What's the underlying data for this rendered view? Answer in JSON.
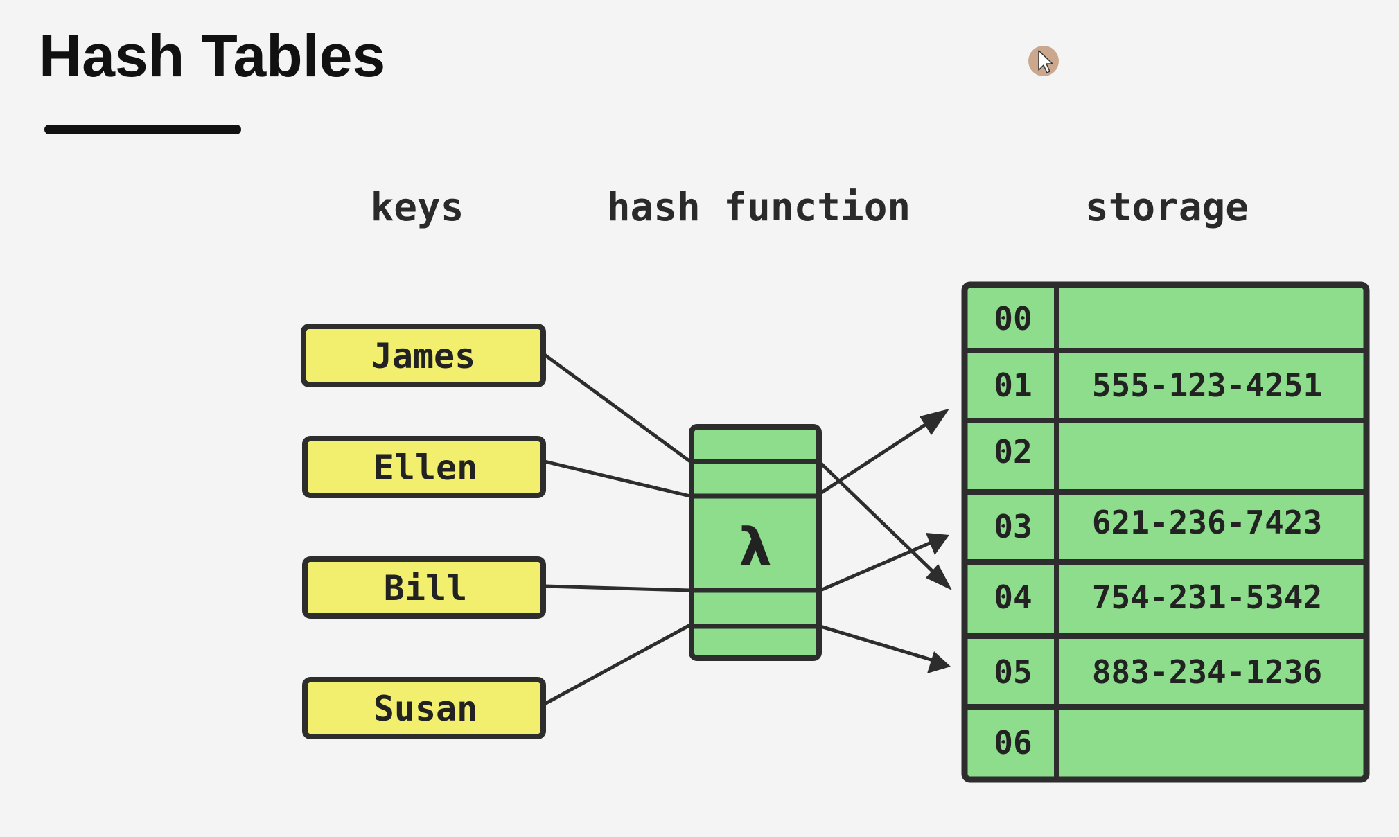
{
  "slide": {
    "title": "Hash Tables"
  },
  "diagram": {
    "labels": {
      "keys": "keys",
      "hash_function": "hash function",
      "storage": "storage"
    },
    "keys": [
      "James",
      "Ellen",
      "Bill",
      "Susan"
    ],
    "hash_symbol": "λ",
    "storage": [
      {
        "index": "00",
        "value": ""
      },
      {
        "index": "01",
        "value": "555-123-4251"
      },
      {
        "index": "02",
        "value": ""
      },
      {
        "index": "03",
        "value": "621-236-7423"
      },
      {
        "index": "04",
        "value": "754-231-5342"
      },
      {
        "index": "05",
        "value": "883-234-1236"
      },
      {
        "index": "06",
        "value": ""
      }
    ],
    "colors": {
      "background": "#f4f4f4",
      "key_fill": "#f2ef6e",
      "storage_fill": "#8ddd8d",
      "outline": "#2d2d2d"
    }
  },
  "cursor": {
    "icon": "mouse-pointer-icon"
  }
}
